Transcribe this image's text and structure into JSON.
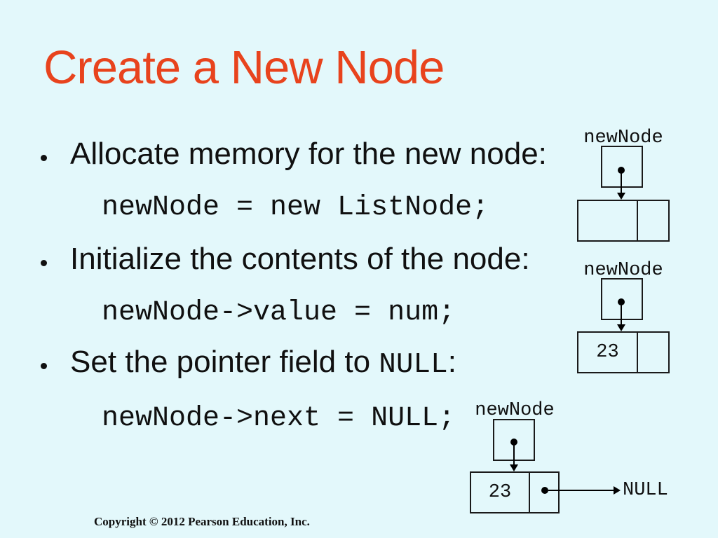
{
  "slide": {
    "title": "Create a New Node",
    "bullet_glyph": "•",
    "bullets": [
      {
        "text": "Allocate memory for the new node:",
        "code": "newNode = new ListNode;"
      },
      {
        "text": "Initialize the contents of the node:",
        "code": "newNode->value = num;"
      },
      {
        "text": "Set the pointer field to ",
        "text_code": "NULL",
        "text_suffix": ":",
        "code": "newNode->next = NULL;"
      }
    ],
    "footer": "Copyright © 2012 Pearson Education, Inc.",
    "colors": {
      "background": "#E3F8FB",
      "title": "#E8431D",
      "body_text": "#101010",
      "diagram_line": "#1A1A1A"
    }
  },
  "diagrams": [
    {
      "label": "newNode",
      "value_cell": "",
      "next_cell": ""
    },
    {
      "label": "newNode",
      "value_cell": "23",
      "next_cell": ""
    },
    {
      "label": "newNode",
      "value_cell": "23",
      "next_cell": "",
      "null_label": "NULL"
    }
  ]
}
